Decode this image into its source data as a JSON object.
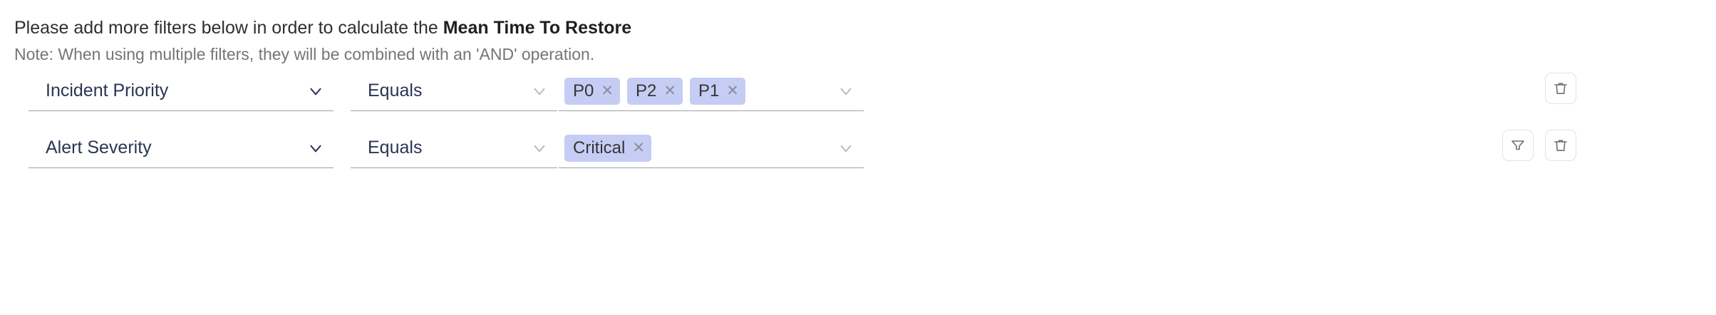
{
  "header": {
    "lead_text": "Please add more filters below in order to calculate the ",
    "metric_name": "Mean Time To Restore",
    "note": "Note: When using multiple filters, they will be combined with an 'AND' operation."
  },
  "colors": {
    "tag_background": "#c5cdf5",
    "field_text": "#2b3553",
    "note_text": "#757575",
    "underline": "#a0a0a0",
    "button_border": "#e2e2e2"
  },
  "filters": [
    {
      "attribute": "Incident Priority",
      "attribute_chevron": "chevron-down-icon",
      "operator": "Equals",
      "operator_chevron": "chevron-down-icon",
      "values_chevron": "chevron-down-icon",
      "values": [
        {
          "label": "P0",
          "remove_icon": "close-icon"
        },
        {
          "label": "P2",
          "remove_icon": "close-icon"
        },
        {
          "label": "P1",
          "remove_icon": "close-icon"
        }
      ],
      "actions": [
        {
          "name": "delete-filter-button",
          "icon": "trash-icon"
        }
      ]
    },
    {
      "attribute": "Alert Severity",
      "attribute_chevron": "chevron-down-icon",
      "operator": "Equals",
      "operator_chevron": "chevron-down-icon",
      "values_chevron": "chevron-down-icon",
      "values": [
        {
          "label": "Critical",
          "remove_icon": "close-icon"
        }
      ],
      "actions": [
        {
          "name": "add-filter-button",
          "icon": "funnel-icon"
        },
        {
          "name": "delete-filter-button",
          "icon": "trash-icon"
        }
      ]
    }
  ]
}
